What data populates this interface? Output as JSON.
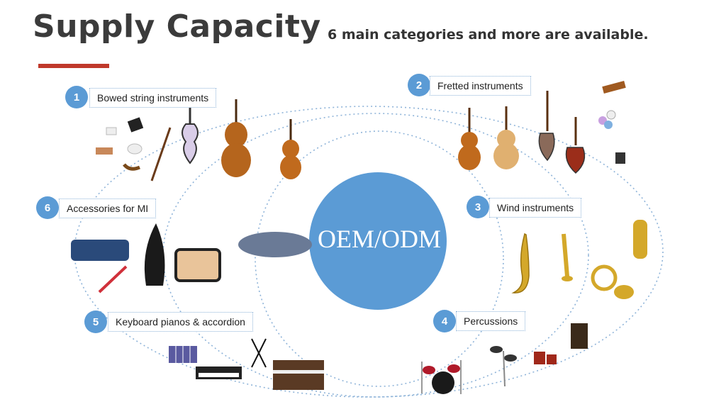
{
  "header": {
    "title": "Supply Capacity",
    "subtitle": "6 main categories and more are available.",
    "accent_color": "#c0392b"
  },
  "center": {
    "label": "OEM/ODM",
    "color": "#5b9bd5"
  },
  "categories": [
    {
      "number": "1",
      "label": "Bowed string instruments"
    },
    {
      "number": "2",
      "label": "Fretted instruments"
    },
    {
      "number": "3",
      "label": "Wind instruments"
    },
    {
      "number": "4",
      "label": "Percussions"
    },
    {
      "number": "5",
      "label": "Keyboard pianos & accordion"
    },
    {
      "number": "6",
      "label": "Accessories for MI"
    }
  ],
  "colors": {
    "badge": "#5b9bd5",
    "dotted_ring": "#8fb4d9",
    "text": "#333333"
  },
  "icons": [
    "violin-icon",
    "cello-icon",
    "bow-icon",
    "guitar-icon",
    "electric-guitar-icon",
    "bass-guitar-icon",
    "saxophone-icon",
    "trumpet-icon",
    "french-horn-icon",
    "euphonium-icon",
    "drum-kit-icon",
    "electronic-drum-icon",
    "cajon-icon",
    "bongo-icon",
    "keyboard-icon",
    "digital-piano-icon",
    "accordion-icon",
    "keyboard-stand-icon",
    "instrument-case-icon",
    "cello-case-icon",
    "violin-case-icon",
    "guitar-picks-icon",
    "capo-icon",
    "tuner-icon",
    "rosin-icon"
  ]
}
